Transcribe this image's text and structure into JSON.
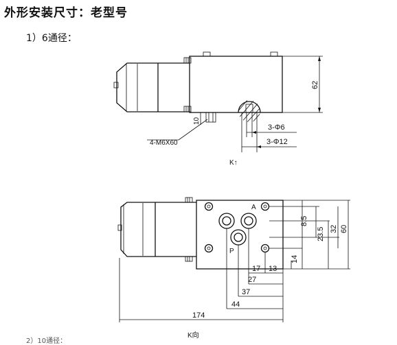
{
  "header": {
    "title": "外形安装尺寸：老型号",
    "subtitle": "1）6通径："
  },
  "top_view": {
    "height_dim": "62",
    "small_dim": "10",
    "bolt_label": "4-M6X60",
    "phi_small": "3-Φ6",
    "phi_large": "3-Φ12",
    "view_marker": "K↑"
  },
  "bottom_view": {
    "port_a": "A",
    "port_p": "P",
    "dim_8_5": "8.5",
    "dim_23_5": "23.5",
    "dim_32": "32",
    "dim_60": "60",
    "dim_14": "14",
    "dim_17": "17",
    "dim_13": "13",
    "dim_27": "27",
    "dim_37": "37",
    "dim_44": "44",
    "dim_174": "174",
    "view_label": "K向"
  },
  "footer_partial": "2）10通径："
}
